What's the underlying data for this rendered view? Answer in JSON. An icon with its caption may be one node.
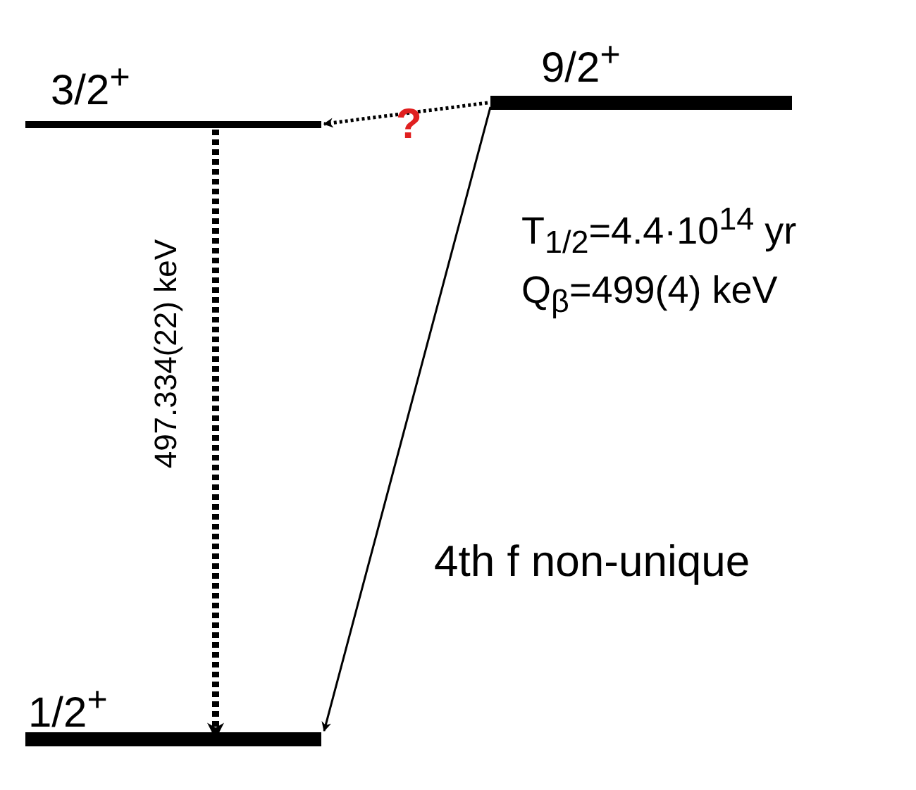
{
  "diagram": {
    "nodes": [
      {
        "text": [
          "3/2$^{+}$"
        ]
      },
      {
        "text": [
          "9/2$^{+}$"
        ]
      },
      {
        "text": [
          "1/2$^{+}$"
        ]
      }
    ],
    "edges": [
      {
        "from": 1,
        "to": 0,
        "arrow": "to",
        "label": "?",
        "style": "dashed"
      },
      {
        "from": 0,
        "to": 2,
        "arrow": "to",
        "label": "497.334(22) keV",
        "style": "dashed"
      },
      {
        "from": 1,
        "to": 2,
        "arrow": "to"
      }
    ],
    "labels": [
      "T$_{1/2}$=4.4·10$^{14}$ yr",
      "Q$_{β}$=499(4) keV",
      "4th f non-unique"
    ]
  }
}
